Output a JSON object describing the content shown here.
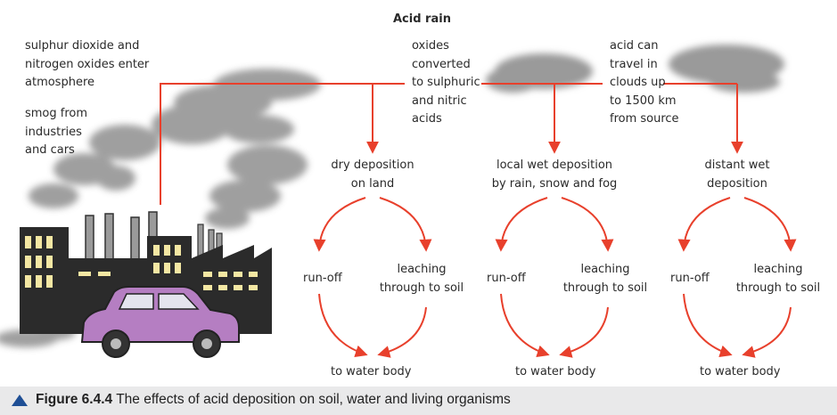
{
  "diagram": {
    "title": "Acid rain",
    "emissions_label": "sulphur dioxide and\nnitrogen oxides enter\natmosphere",
    "smog_label": "smog from\nindustries\nand cars",
    "conversion_label": "oxides\nconverted\nto sulphuric\nand nitric\nacids",
    "travel_label": "acid can\ntravel in\nclouds up\nto 1500 km\nfrom source",
    "pathways": [
      {
        "deposition": "dry deposition\non land",
        "runoff": "run-off",
        "leaching": "leaching\nthrough to soil",
        "destination": "to water body"
      },
      {
        "deposition": "local wet deposition\nby rain, snow and fog",
        "runoff": "run-off",
        "leaching": "leaching\nthrough to soil",
        "destination": "to water body"
      },
      {
        "deposition": "distant wet\ndeposition",
        "runoff": "run-off",
        "leaching": "leaching\nthrough to soil",
        "destination": "to water body"
      }
    ]
  },
  "caption": {
    "figure_number": "Figure 6.4.4",
    "text": "The effects of acid deposition on soil, water and living organisms"
  },
  "colors": {
    "arrow": "#e8402c",
    "smoke": "#8f8f8f",
    "car": "#b57ec2",
    "building": "#2b2b2b",
    "window": "#f4e7a3",
    "caption_marker": "#1f4f95"
  }
}
